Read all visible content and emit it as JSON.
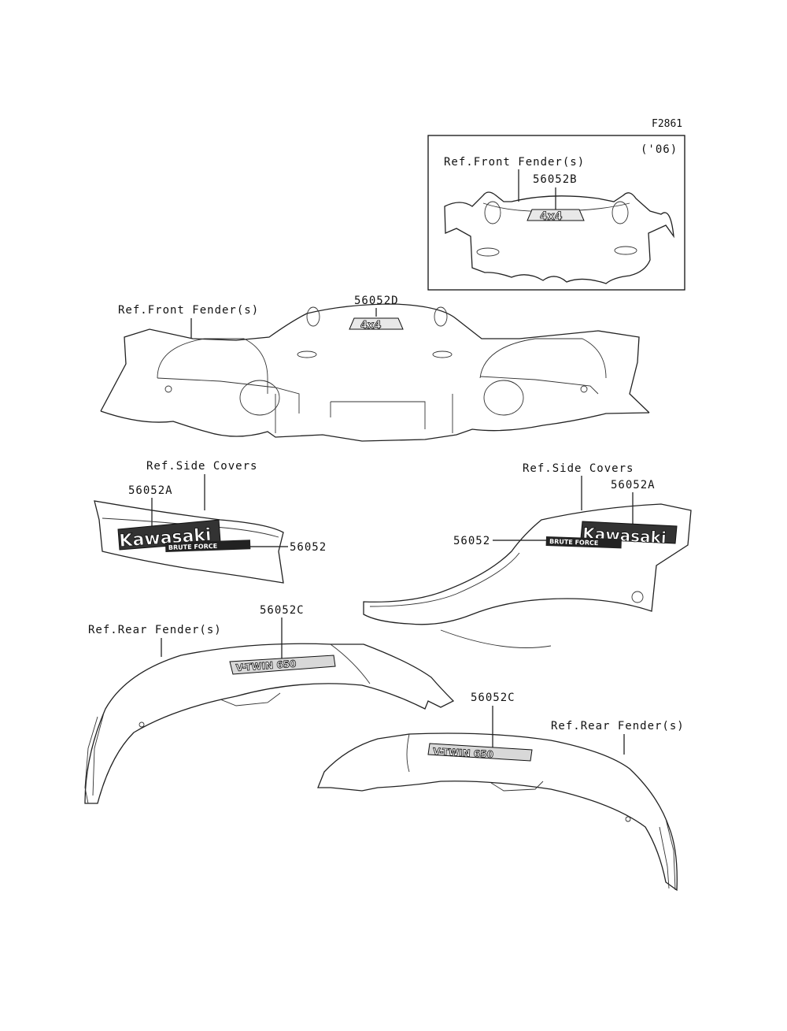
{
  "figure_code": "F2861",
  "inset": {
    "year": "('06)",
    "ref_label": "Ref.Front Fender(s)",
    "part": "56052B",
    "decal": "4x4"
  },
  "front": {
    "ref_label": "Ref.Front Fender(s)",
    "part": "56052D",
    "decal": "4x4"
  },
  "side_left": {
    "ref_label": "Ref.Side Covers",
    "part_a": "56052A",
    "part": "56052",
    "brand": "Kawasaki",
    "model": "BRUTE FORCE"
  },
  "side_right": {
    "ref_label": "Ref.Side Covers",
    "part_a": "56052A",
    "part": "56052",
    "brand": "Kawasaki",
    "model": "BRUTE FORCE"
  },
  "rear_left": {
    "ref_label": "Ref.Rear Fender(s)",
    "part": "56052C",
    "decal": "V-TWIN 650"
  },
  "rear_right": {
    "ref_label": "Ref.Rear Fender(s)",
    "part": "56052C",
    "decal": "V-TWIN 650"
  }
}
